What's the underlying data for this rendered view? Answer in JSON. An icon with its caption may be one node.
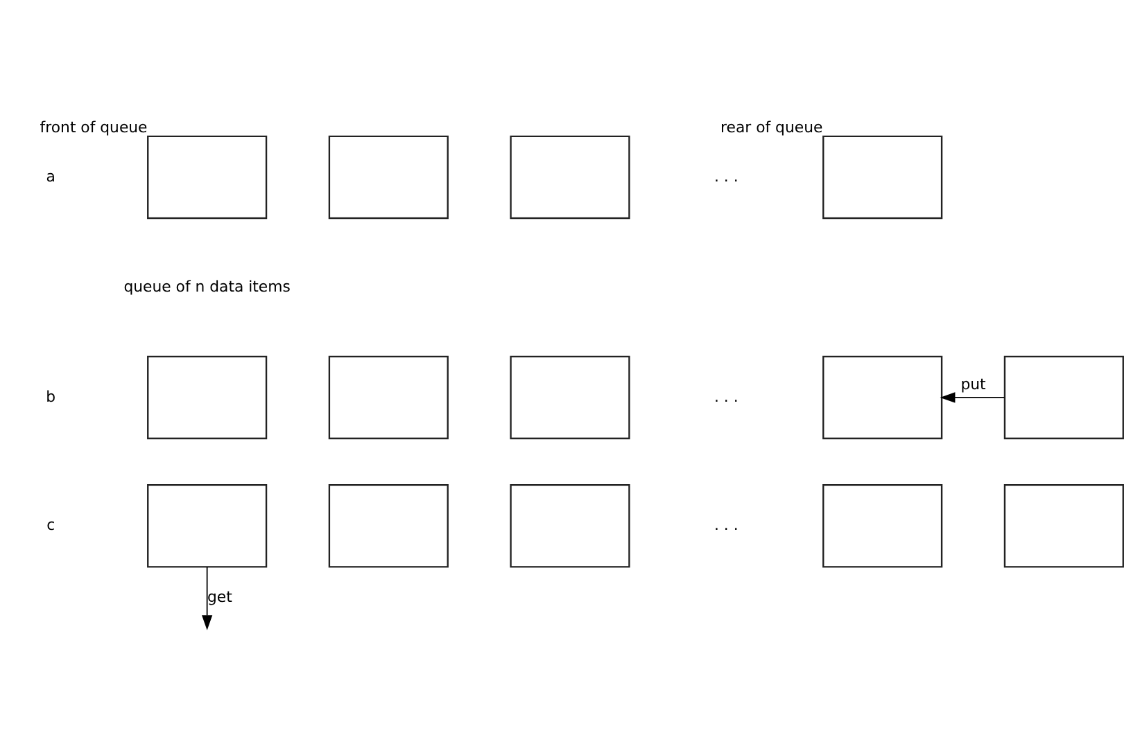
{
  "diagram": {
    "nodes": [
      {
        "text": [],
        "shape": "box",
        "beside": [
          "front of queue"
        ]
      },
      {
        "text": [],
        "shape": "box"
      },
      {
        "text": [],
        "shape": "box"
      },
      {
        "text": [],
        "shape": "box",
        "beside": [
          "rear of queue"
        ]
      },
      {
        "text": [],
        "shape": "box"
      },
      {
        "text": [],
        "shape": "box"
      },
      {
        "text": [],
        "shape": "box"
      },
      {
        "text": [],
        "shape": "box"
      },
      {
        "text": [],
        "shape": "box"
      },
      {
        "text": [],
        "shape": "box"
      },
      {
        "text": [],
        "shape": "box"
      },
      {
        "text": [],
        "shape": "box"
      },
      {
        "text": [],
        "shape": "box"
      },
      {
        "text": [],
        "shape": "box"
      }
    ],
    "edges": [
      {
        "from": 8,
        "to": 7,
        "arrow": "to",
        "label": "put"
      },
      {
        "from": 9,
        "to": null,
        "arrow": "to",
        "label": "get"
      }
    ],
    "labels": [
      ". . .",
      "a",
      "queue of n data items",
      ". . .",
      "b",
      ". . .",
      "c"
    ]
  }
}
